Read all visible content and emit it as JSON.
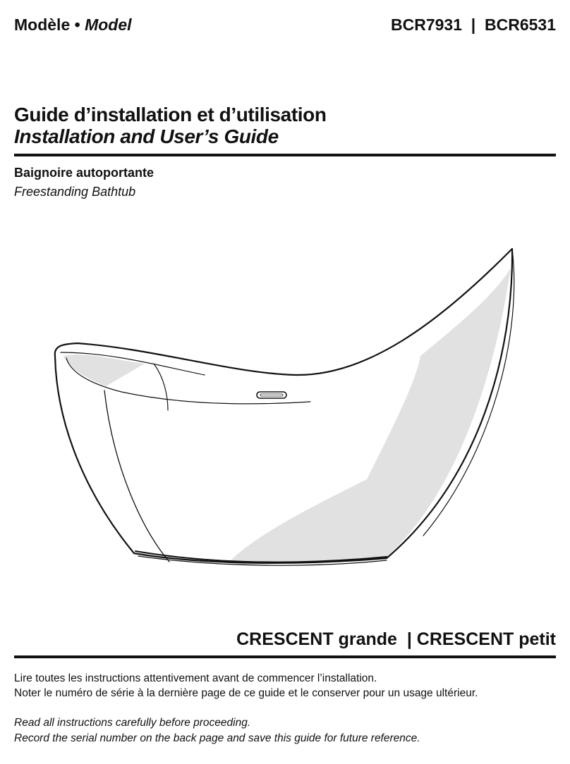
{
  "header": {
    "model_fr": "Modèle",
    "separator": " • ",
    "model_en": "Model",
    "model_codes": "BCR7931  |  BCR6531"
  },
  "title": {
    "fr": "Guide d’installation et d’utilisation",
    "en": "Installation and User’s Guide"
  },
  "subtitle": {
    "fr": "Baignoire autoportante",
    "en": "Freestanding Bathtub"
  },
  "illustration": {
    "icon": "freestanding-bathtub-drawing",
    "shade_color": "#e1e1e1",
    "stroke_color": "#111111"
  },
  "product_names": "CRESCENT grande  | CRESCENT petit",
  "notes": {
    "fr": [
      "Lire toutes les instructions attentivement avant de commencer l’installation.",
      "Noter le numéro de série à la dernière page de ce guide et le conserver pour un usage ultérieur."
    ],
    "en": [
      "Read all instructions carefully before proceeding.",
      "Record the serial number on the back page and save this guide for future reference."
    ]
  }
}
